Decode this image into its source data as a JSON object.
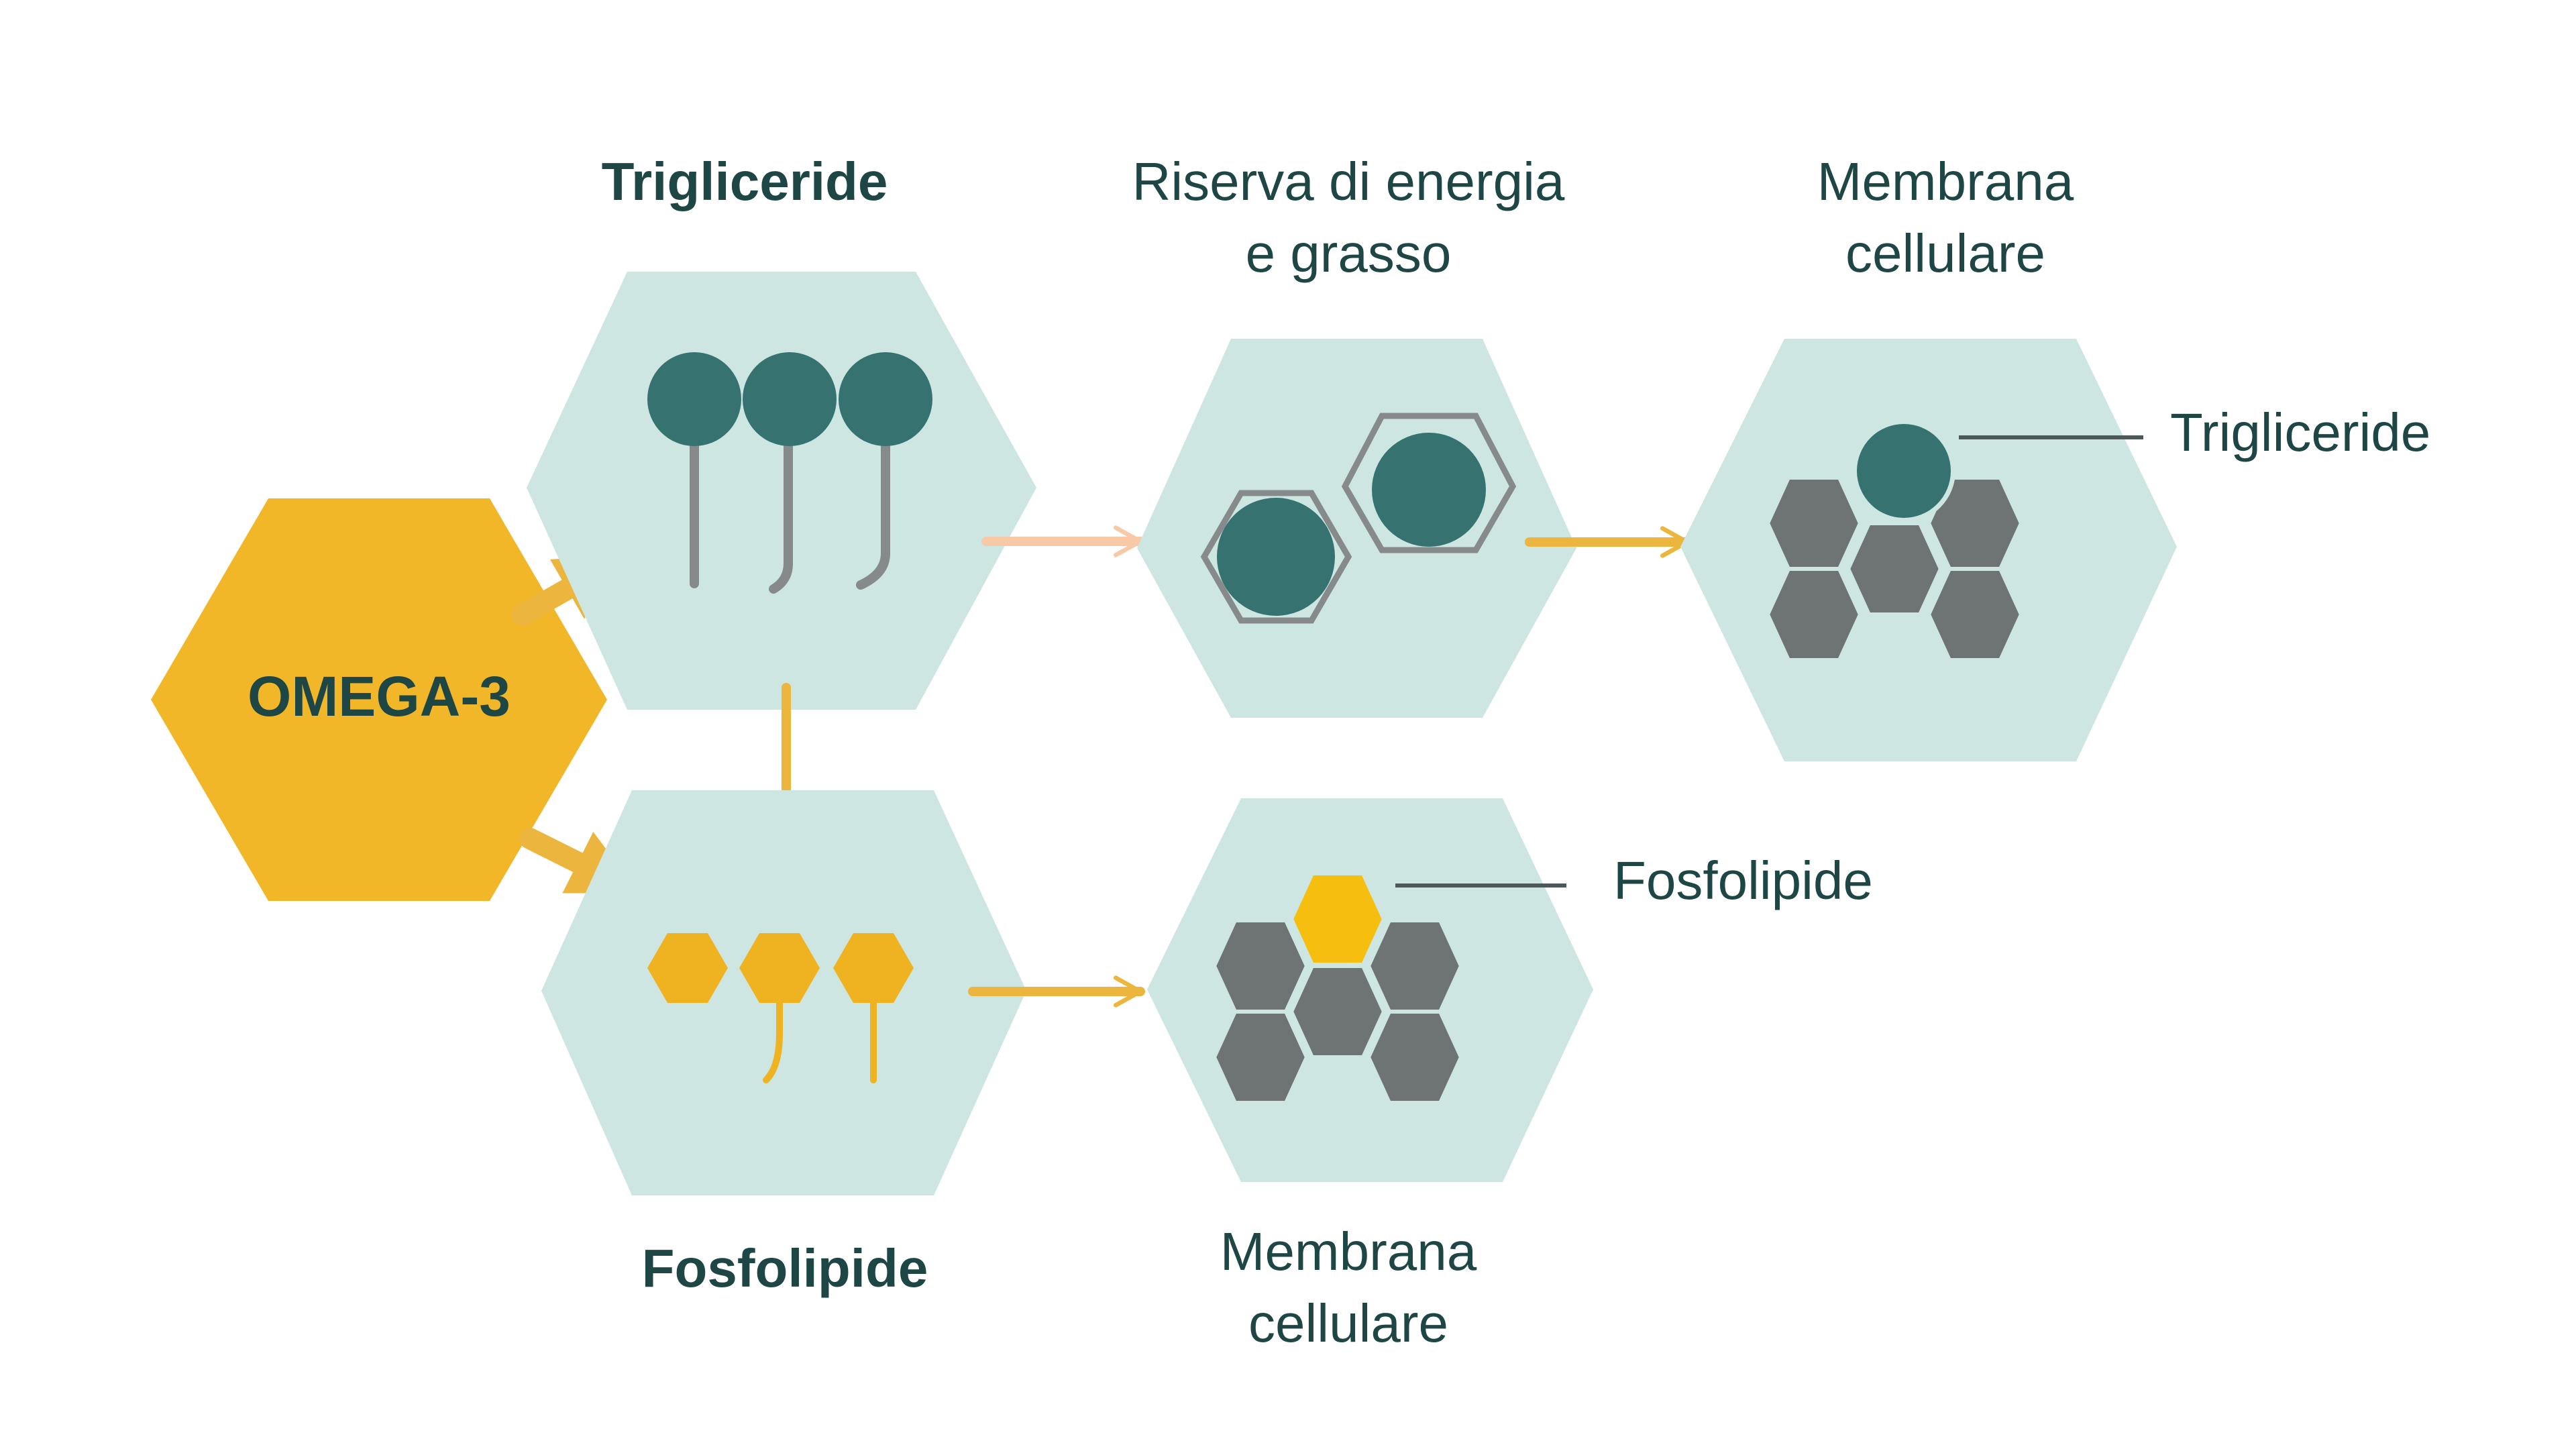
{
  "colors": {
    "hex_fill": "#cde6e1",
    "omega_fill": "#f1b728",
    "teal": "#357270",
    "text_dark": "#1e4644",
    "gray": "#6e7474",
    "stem_gray": "#878a8a",
    "gold": "#efb321",
    "arrow_gold": "#ecb53d",
    "arrow_peach": "#f7c9a6",
    "white": "#ffffff"
  },
  "labels": {
    "omega": "OMEGA-3",
    "trigliceride_title": "Trigliceride",
    "fosfolipide_title": "Fosfolipide",
    "riserva_line1": "Riserva di energia",
    "riserva_line2": "e grasso",
    "membrana_top_line1": "Membrana",
    "membrana_top_line2": "cellulare",
    "membrana_bottom_line1": "Membrana",
    "membrana_bottom_line2": "cellulare",
    "callout_trigliceride": "Trigliceride",
    "callout_fosfolipide": "Fosfolipide"
  }
}
